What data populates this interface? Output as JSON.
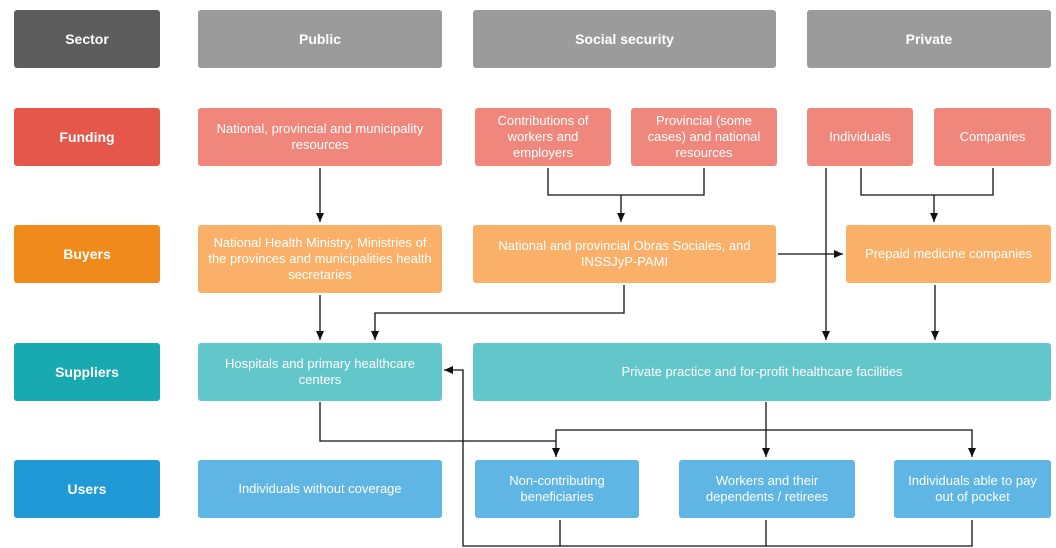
{
  "rows": {
    "sector": "Sector",
    "funding": "Funding",
    "buyers": "Buyers",
    "suppliers": "Suppliers",
    "users": "Users"
  },
  "sectors": {
    "public": "Public",
    "social_security": "Social security",
    "private": "Private"
  },
  "funding": {
    "public": "National, provincial and municipality resources",
    "ss_contrib": "Contributions of workers and employers",
    "ss_provincial": "Provincial (some cases) and national resources",
    "private_individuals": "Individuals",
    "private_companies": "Companies"
  },
  "buyers": {
    "public": "National Health Ministry, Ministries of the provinces and municipalities health secretaries",
    "social_security": "National and provincial Obras Sociales, and INSSJyP-PAMI",
    "private": "Prepaid medicine companies"
  },
  "suppliers": {
    "public": "Hospitals and primary healthcare centers",
    "private": "Private practice and for-profit healthcare facilities"
  },
  "users": {
    "no_coverage": "Individuals without coverage",
    "non_contributing": "Non-contributing beneficiaries",
    "workers": "Workers and their dependents / retirees",
    "out_of_pocket": "Individuals able to pay out of pocket"
  },
  "colors": {
    "sector": "#5d5d5d",
    "sector_cells": "#9b9b9b",
    "funding": "#e5574a",
    "funding_cells": "#f0877d",
    "buyers": "#f08a1c",
    "buyers_cells": "#fbb06a",
    "suppliers": "#19a9b1",
    "suppliers_cells": "#62c6cb",
    "users": "#1f9ad6",
    "users_cells": "#5fb5e3"
  }
}
